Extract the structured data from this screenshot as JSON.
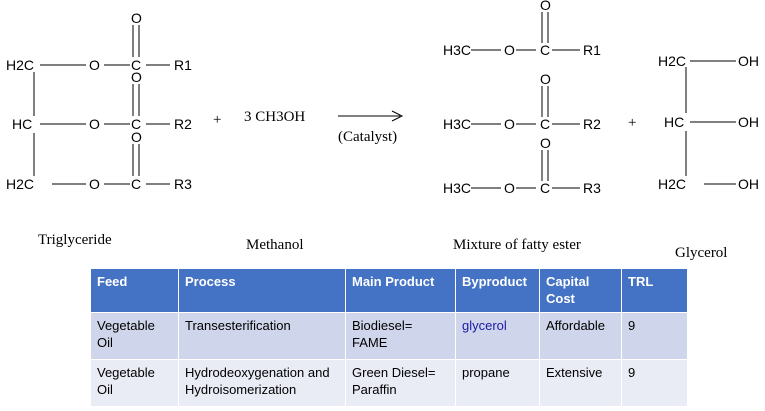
{
  "reaction": {
    "triglyceride_atoms": {
      "h2c": "H2C",
      "hc": "HC",
      "o": "O",
      "c": "C",
      "r1": "R1",
      "r2": "R2",
      "r3": "R3"
    },
    "plus": "+",
    "methanol_formula": "3 CH3OH",
    "catalyst_label": "(Catalyst)",
    "ester_atoms": {
      "h3c": "H3C",
      "o": "O",
      "c": "C"
    },
    "glycerol_atoms": {
      "h2c": "H2C",
      "hc": "HC",
      "oh": "OH"
    }
  },
  "captions": {
    "triglyceride": "Triglyceride",
    "methanol": "Methanol",
    "fatty_ester": "Mixture of fatty ester",
    "glycerol": "Glycerol"
  },
  "table": {
    "headers": [
      "Feed",
      "Process",
      "Main Product",
      "Byproduct",
      "Capital Cost",
      "TRL"
    ],
    "rows": [
      [
        "Vegetable Oil",
        "Transesterification",
        "Biodiesel= FAME",
        "glycerol",
        "Affordable",
        "9"
      ],
      [
        "Vegetable Oil",
        "Hydrodeoxygenation and Hydroisomerization",
        "Green Diesel= Paraffin",
        "propane",
        "Extensive",
        "9"
      ]
    ]
  },
  "colors": {
    "header_bg": "#4472C4",
    "row_odd_bg": "#CFD5EA",
    "row_even_bg": "#E9EBF5",
    "byproduct_link": "#1a1aa8"
  }
}
